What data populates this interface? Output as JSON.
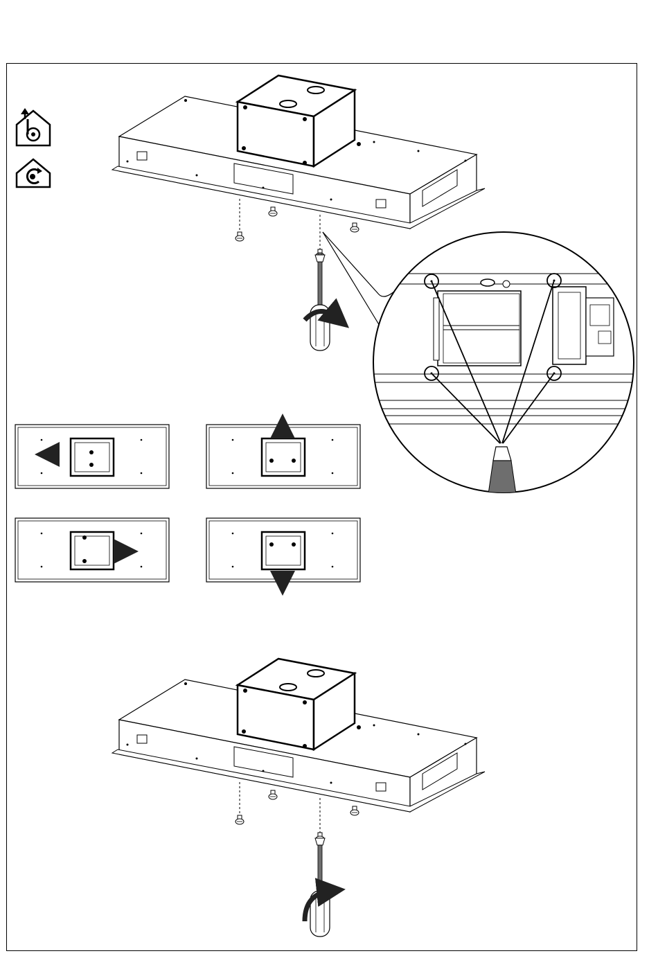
{
  "icons": [
    {
      "name": "ducted-mode-icon",
      "glyph": "b"
    },
    {
      "name": "recirculation-mode-icon",
      "glyph": "c"
    }
  ],
  "colors": {
    "line": "#000000",
    "fill": "#ffffff",
    "screwdriver": "#6e6e6e",
    "arrow": "#222222"
  },
  "motor_orientation_views": [
    {
      "arrow": "left"
    },
    {
      "arrow": "up"
    },
    {
      "arrow": "right"
    },
    {
      "arrow": "down"
    }
  ]
}
